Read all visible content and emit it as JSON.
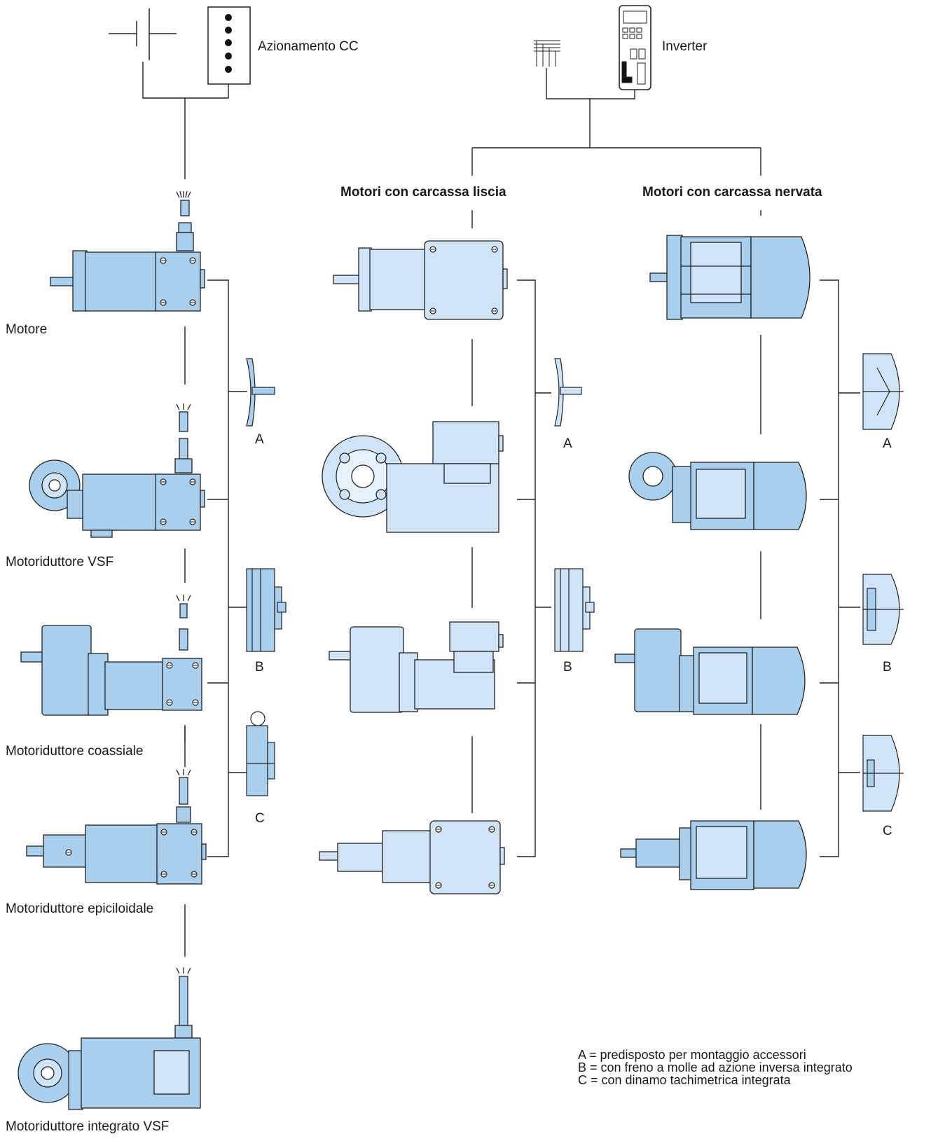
{
  "sources": {
    "dc_drive": "Azionamento CC",
    "inverter": "Inverter"
  },
  "columns": {
    "smooth_frame": "Motori con carcassa liscia",
    "ribbed_frame": "Motori con carcassa nervata"
  },
  "dc_products": [
    "Motore",
    "Motoriduttore VSF",
    "Motoriduttore coassiale",
    "Motoriduttore epiciloidale",
    "Motoriduttore integrato VSF"
  ],
  "options_dc": [
    "A",
    "B",
    "C"
  ],
  "options_smooth": [
    "A",
    "B"
  ],
  "options_ribbed": [
    "A",
    "B",
    "C"
  ],
  "legend": [
    "A = predisposto per montaggio accessori",
    "B = con freno a molle ad azione inversa integrato",
    "C = con dinamo tachimetrica integrata"
  ],
  "colors": {
    "motor_fill": "#a9cfee",
    "motor_light": "#cfe5f7",
    "line": "#222222"
  }
}
